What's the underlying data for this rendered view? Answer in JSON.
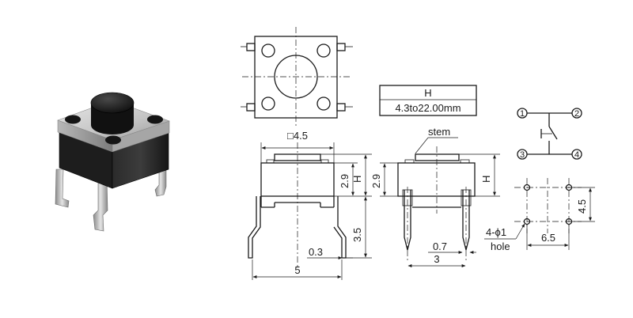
{
  "height_table": {
    "header": "H",
    "value": "4.3to22.00mm"
  },
  "top_view": {
    "square_label": "□4.5"
  },
  "front_view": {
    "height_label": "H",
    "body_label": "2.9",
    "leg_label": "3.5",
    "pin_label": "0.3",
    "width_label": "5"
  },
  "side_view": {
    "stem_label": "stem",
    "height_label": "H",
    "pin_label": "0.7",
    "width_label": "3"
  },
  "schematic": {
    "pins": [
      "1",
      "2",
      "3",
      "4"
    ]
  },
  "footprint": {
    "hole_label": "4-ϕ1",
    "hole_word": "hole",
    "pitch_x_label": "6.5",
    "pitch_y_label": "4.5"
  }
}
